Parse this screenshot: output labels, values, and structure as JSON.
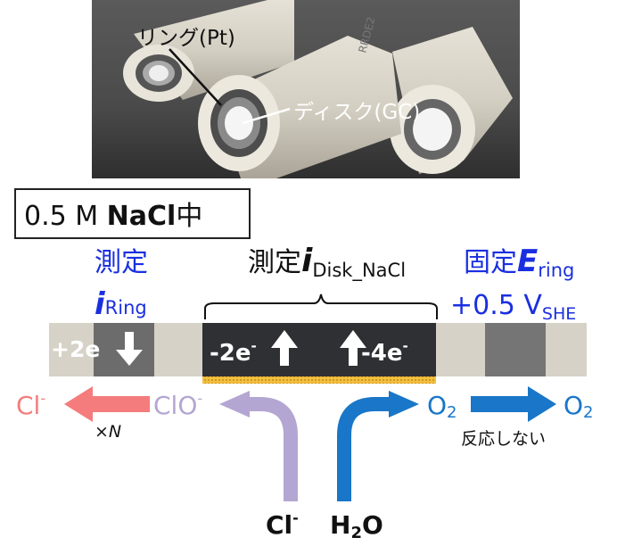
{
  "photo": {
    "ring_label": "リング(Pt)",
    "disk_label": "ディスク(GC)",
    "electrode_engraving": "RRDE2"
  },
  "condition": {
    "prefix": "0.5 M ",
    "electrolyte": "NaCl",
    "suffix": "中"
  },
  "left_group": {
    "line1": "測定",
    "current_symbol": "i",
    "current_sub": "Ring"
  },
  "center_group": {
    "prefix": "測定",
    "current_symbol": "i",
    "current_sub": "Disk_NaCl"
  },
  "right_group": {
    "line1": "固定",
    "potential_symbol": "E",
    "potential_sub": "ring",
    "value": "+0.5 V",
    "value_sub": "SHE"
  },
  "bar": {
    "ring_left_label": "+2e",
    "disk_left_label": "-2e",
    "disk_right_label": "-4e"
  },
  "species": {
    "cl_left": "Cl",
    "clo": "ClO",
    "multiplier": "×",
    "n_symbol": "N",
    "o2_left": "O",
    "o2_right": "O",
    "two": "2",
    "no_reaction": "反応しない",
    "cl_bottom": "Cl",
    "h2o_h": "H",
    "h2o_o": "O",
    "minus": "-"
  },
  "colors": {
    "blue": "#1a2fe0",
    "pink": "#f47c7c",
    "lavender": "#b4a6d2",
    "arrow_blue": "#1976c8",
    "bar_bg": "#d7d2c8",
    "disk_dark": "#2e3033",
    "ring_dark": "#6c6c6c",
    "ring_mid": "#757575",
    "stripe": "#e8b020"
  }
}
